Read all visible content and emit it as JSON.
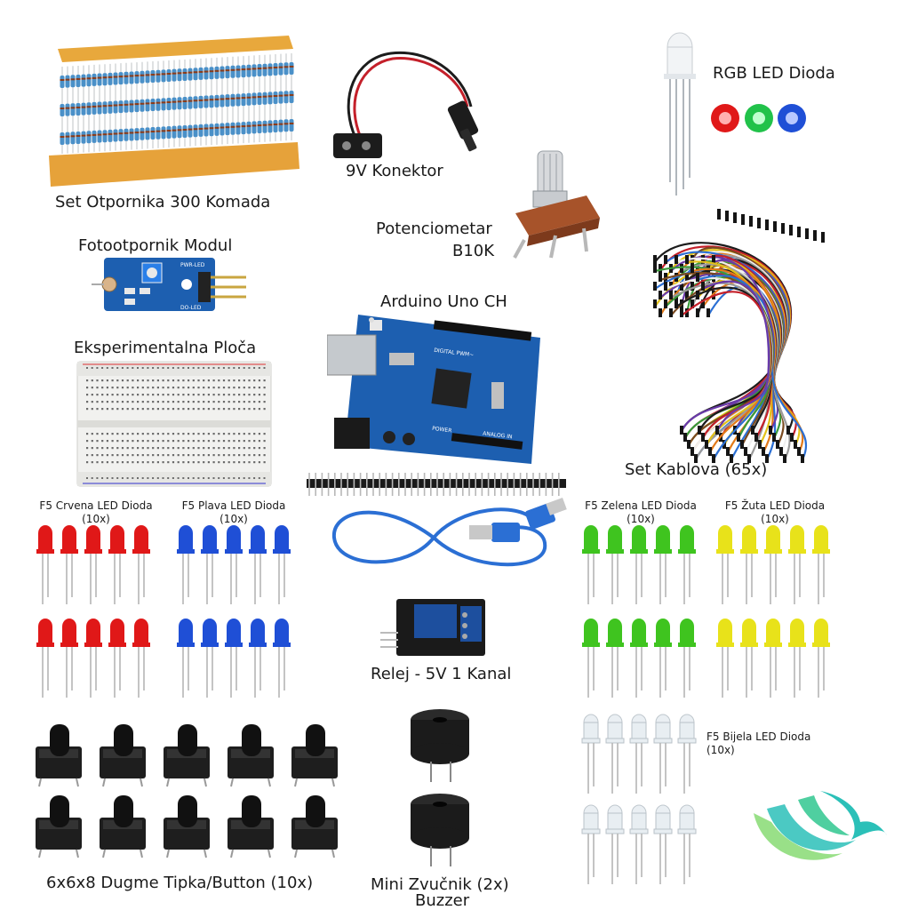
{
  "labels": {
    "resistors": "Set Otpornika 300 Komada",
    "battery": "9V Konektor",
    "rgb": "RGB LED Dioda",
    "photo": "Fotootpornik Modul",
    "pot_line1": "Potenciometar",
    "pot_line2": "B10K",
    "arduino": "Arduino Uno CH",
    "breadboard": "Eksperimentalna Ploča",
    "wires": "Set Kablova (65x)",
    "red_line1": "F5 Crvena LED Dioda",
    "red_line2": "(10x)",
    "blue_line1": "F5 Plava LED Dioda",
    "blue_line2": "(10x)",
    "green_line1": "F5 Zelena LED Dioda",
    "green_line2": "(10x)",
    "yellow_line1": "F5 Žuta LED Dioda",
    "yellow_line2": "(10x)",
    "relay": "Relej - 5V 1 Kanal",
    "white_line1": "F5 Bijela LED Dioda",
    "white_line2": "(10x)",
    "buttons": "6x6x8 Dugme Tipka/Button (10x)",
    "buzzer_line1": "Mini Zvučnik (2x)",
    "buzzer_line2": "Buzzer"
  },
  "board_print": {
    "header": "DIGITAL PWM~",
    "power": "POWER",
    "analog": "ANALOG IN",
    "module_pwr": "PWR-LED",
    "module_do": "DO-LED"
  },
  "colors": {
    "led_red": "#e01818",
    "led_blue": "#1f4fd6",
    "led_green": "#3fc41f",
    "led_yellow": "#e8e21a",
    "led_white": "#e8eef2",
    "pcb_blue": "#1d5fb0",
    "cable_blue": "#2b6fd4",
    "relay_dark": "#1a1a1a",
    "relay_blue": "#1d4f9e",
    "buzzer_black": "#1b1b1b",
    "logo_teal": "#2bc0b8",
    "logo_green": "#7fd86a",
    "wire_black": "#1c1c1c",
    "wire_red": "#c4202a",
    "wire_yellow": "#e2c21a",
    "wire_orange": "#e27a1a",
    "wire_blue": "#2b6fd4",
    "wire_purple": "#6a3aa8",
    "wire_green": "#3a9a3a",
    "wire_brown": "#7a4a20",
    "wire_white": "#f0f0f0",
    "wire_gray": "#9a9a9a"
  },
  "icons": {
    "logo": "bird-logo-icon"
  }
}
